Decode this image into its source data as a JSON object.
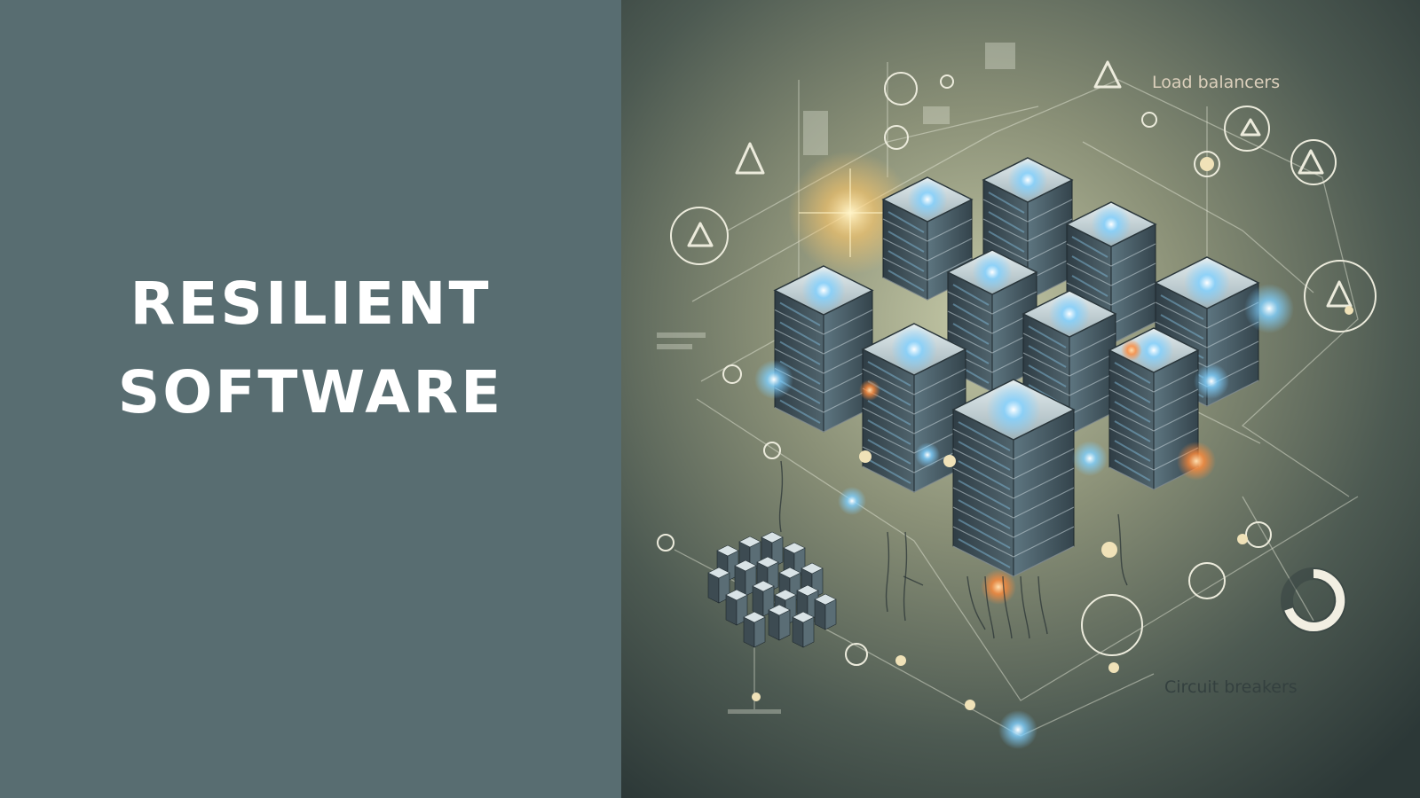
{
  "slide": {
    "title_lines": [
      "RESILIENT",
      "SOFTWARE"
    ],
    "panel_color": "#586d71"
  },
  "illustration": {
    "subject": "isometric-server-cluster",
    "labels": {
      "load_balancers": "Load balancers",
      "circuit_breakers": "Circuit breakers"
    },
    "colors": {
      "background": "#3a4645",
      "glow_blue": "#7fd0ff",
      "glow_amber": "#ffc868",
      "label_light": "#dcd0bc",
      "label_dark": "#34403f"
    }
  }
}
